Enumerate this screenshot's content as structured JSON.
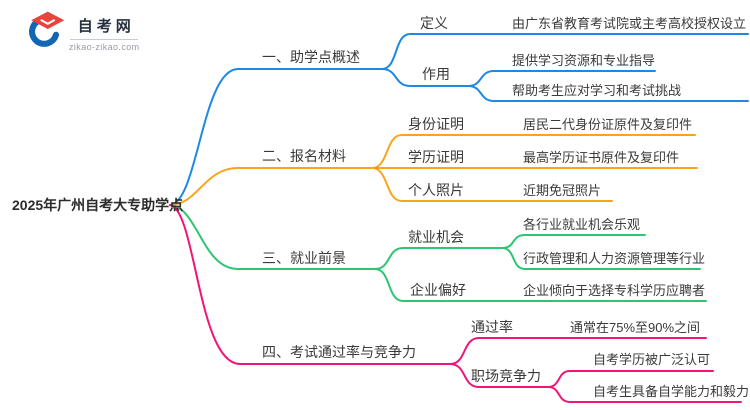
{
  "logo": {
    "title": "自考网",
    "url": "zikao-zikao.com"
  },
  "root": {
    "label": "2025年广州自考大专助学点"
  },
  "colors": {
    "branch1": "#1E88E5",
    "branch2": "#F8A51B",
    "branch3": "#2EC573",
    "branch4": "#F01579",
    "icon_blue": "#1266b3",
    "icon_red": "#e8433c"
  },
  "branches": [
    {
      "label": "一、助学点概述",
      "children": [
        {
          "label": "定义",
          "leaves": [
            "由广东省教育考试院或主考高校授权设立"
          ]
        },
        {
          "label": "作用",
          "leaves": [
            "提供学习资源和专业指导",
            "帮助考生应对学习和考试挑战"
          ]
        }
      ]
    },
    {
      "label": "二、报名材料",
      "children": [
        {
          "label": "身份证明",
          "leaves": [
            "居民二代身份证原件及复印件"
          ]
        },
        {
          "label": "学历证明",
          "leaves": [
            "最高学历证书原件及复印件"
          ]
        },
        {
          "label": "个人照片",
          "leaves": [
            "近期免冠照片"
          ]
        }
      ]
    },
    {
      "label": "三、就业前景",
      "children": [
        {
          "label": "就业机会",
          "leaves": [
            "各行业就业机会乐观",
            "行政管理和人力资源管理等行业"
          ]
        },
        {
          "label": "企业偏好",
          "leaves": [
            "企业倾向于选择专科学历应聘者"
          ]
        }
      ]
    },
    {
      "label": "四、考试通过率与竞争力",
      "children": [
        {
          "label": "通过率",
          "leaves": [
            "通常在75%至90%之间"
          ]
        },
        {
          "label": "职场竞争力",
          "leaves": [
            "自考学历被广泛认可",
            "自考生具备自学能力和毅力"
          ]
        }
      ]
    }
  ]
}
